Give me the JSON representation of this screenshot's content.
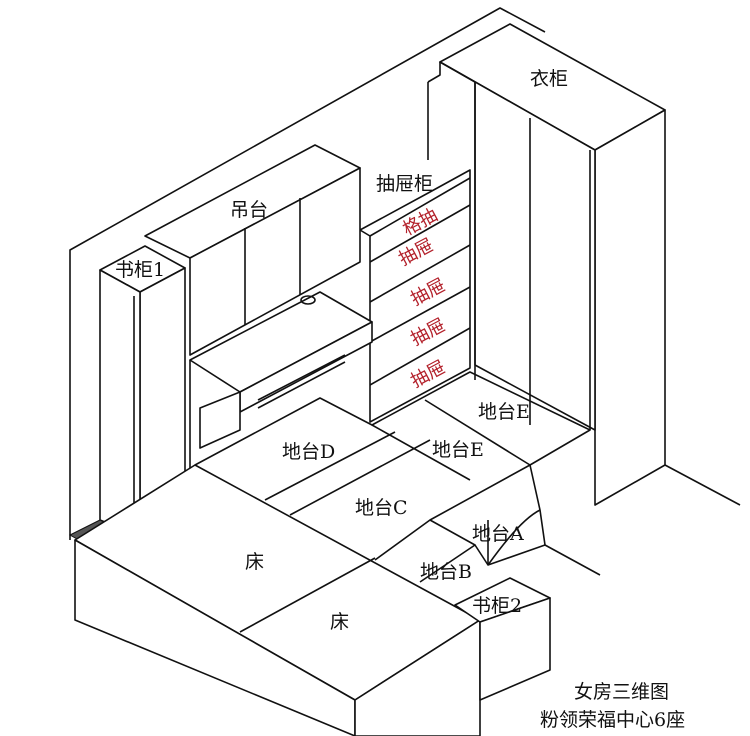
{
  "labels": {
    "wardrobe": "衣柜",
    "drawer_cabinet": "抽屉柜",
    "hanging_cabinet": "吊台",
    "bookcase_1": "书柜1",
    "bookcase_2": "书柜2",
    "drawers": [
      "格抽",
      "抽屉",
      "抽屉",
      "抽屉",
      "抽屉"
    ],
    "platform_e_back": "地台E",
    "platform_e_front": "地台E",
    "platform_d": "地台D",
    "platform_c": "地台C",
    "platform_a": "地台A",
    "platform_b": "地台B",
    "bed_back": "床",
    "bed_front": "床"
  },
  "caption": {
    "title": "女房三维图",
    "subtitle": "粉领荣福中心6座"
  },
  "colors": {
    "line": "#111111",
    "drawer_text": "#b3202a"
  }
}
